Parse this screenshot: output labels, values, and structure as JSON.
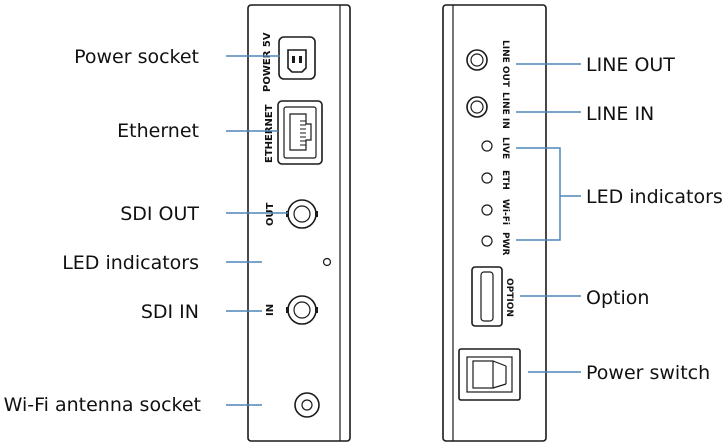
{
  "left_panel": {
    "port_labels": {
      "power_5v": "POWER 5V",
      "ethernet": "ETHERNET",
      "sdi_out": "OUT",
      "sdi_in": "IN"
    },
    "callouts": {
      "power_socket": "Power socket",
      "ethernet": "Ethernet",
      "sdi_out": "SDI OUT",
      "led_indicators": "LED indicators",
      "sdi_in": "SDI IN",
      "wifi_antenna": "Wi-Fi antenna socket"
    }
  },
  "right_panel": {
    "port_labels": {
      "line_out": "LINE OUT",
      "line_in": "LINE IN",
      "live": "LIVE",
      "eth": "ETH",
      "wifi": "Wi-Fi",
      "pwr": "PWR",
      "option": "OPTION"
    },
    "callouts": {
      "line_out": "LINE OUT",
      "line_in": "LINE IN",
      "led_indicators": "LED indicators",
      "option": "Option",
      "power_switch": "Power switch"
    }
  },
  "colors": {
    "leader_line": "#4f86b8",
    "outline": "#1a1a1a"
  }
}
